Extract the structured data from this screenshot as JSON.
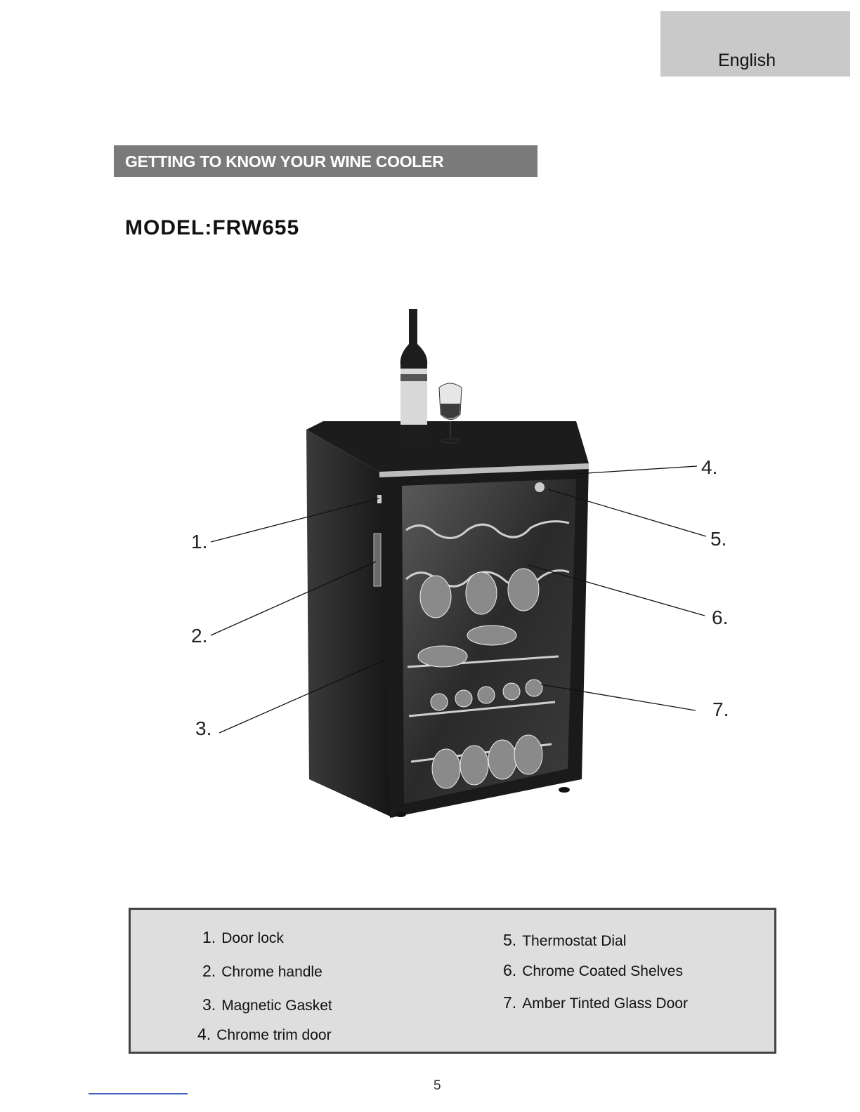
{
  "language_tab": "English",
  "section_title": "GETTING TO KNOW YOUR WINE COOLER",
  "model": "MODEL:FRW655",
  "callouts": [
    "1.",
    "2.",
    "3.",
    "4.",
    "5.",
    "6.",
    "7."
  ],
  "parts": [
    {
      "num": "1.",
      "label": "Door lock"
    },
    {
      "num": "2.",
      "label": "Chrome handle"
    },
    {
      "num": "3.",
      "label": "Magnetic Gasket"
    },
    {
      "num": "4.",
      "label": "Chrome trim door"
    },
    {
      "num": "5.",
      "label": "Thermostat Dial"
    },
    {
      "num": "6.",
      "label": "Chrome Coated Shelves"
    },
    {
      "num": "7.",
      "label": "Amber Tinted Glass Door"
    }
  ],
  "page_number": "5"
}
